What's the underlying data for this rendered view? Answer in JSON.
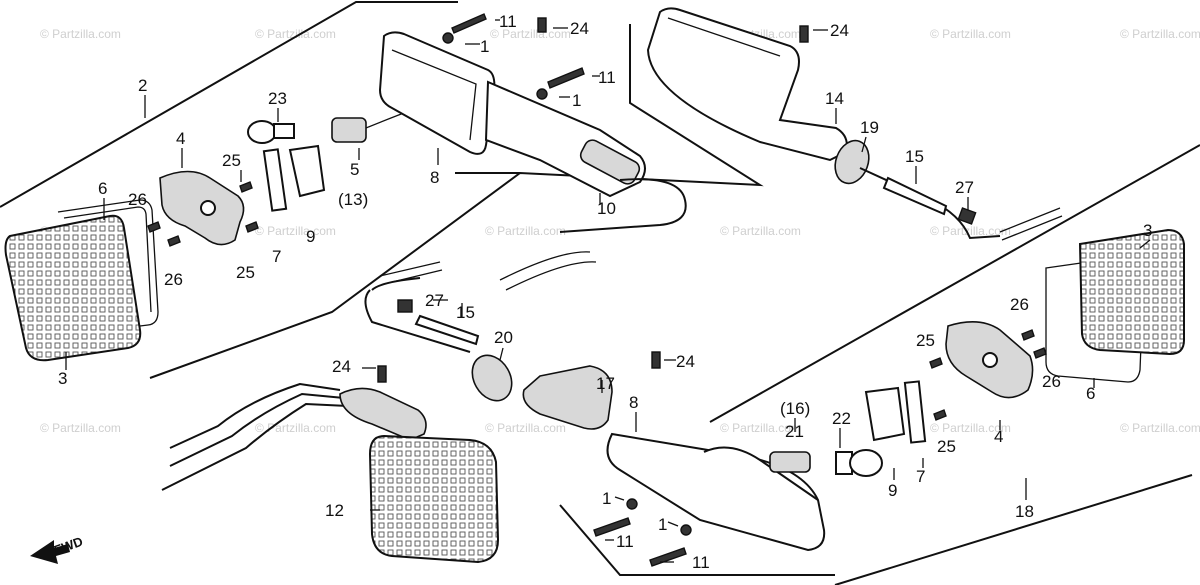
{
  "watermark": "© Partzilla.com",
  "direction_label": "FWD",
  "callouts": {
    "c1a": "1",
    "c1b": "1",
    "c1c": "1",
    "c1d": "1",
    "c2": "2",
    "c3a": "3",
    "c3b": "3",
    "c4a": "4",
    "c4b": "4",
    "c5": "5",
    "c5_alt": "(13)",
    "c6a": "6",
    "c6b": "6",
    "c7a": "7",
    "c7b": "7",
    "c8a": "8",
    "c8b": "8",
    "c9a": "9",
    "c9b": "9",
    "c10": "10",
    "c11a": "11",
    "c11b": "11",
    "c11c": "11",
    "c11d": "11",
    "c12": "12",
    "c14": "14",
    "c15a": "15",
    "c15b": "15",
    "c17": "17",
    "c18": "18",
    "c19": "19",
    "c20": "20",
    "c21": "21",
    "c21_alt": "(16)",
    "c22": "22",
    "c23": "23",
    "c24a": "24",
    "c24b": "24",
    "c24c": "24",
    "c24d": "24",
    "c25a": "25",
    "c25b": "25",
    "c25c": "25",
    "c25d": "25",
    "c26a": "26",
    "c26b": "26",
    "c26c": "26",
    "c26d": "26",
    "c27a": "27",
    "c27b": "27"
  }
}
